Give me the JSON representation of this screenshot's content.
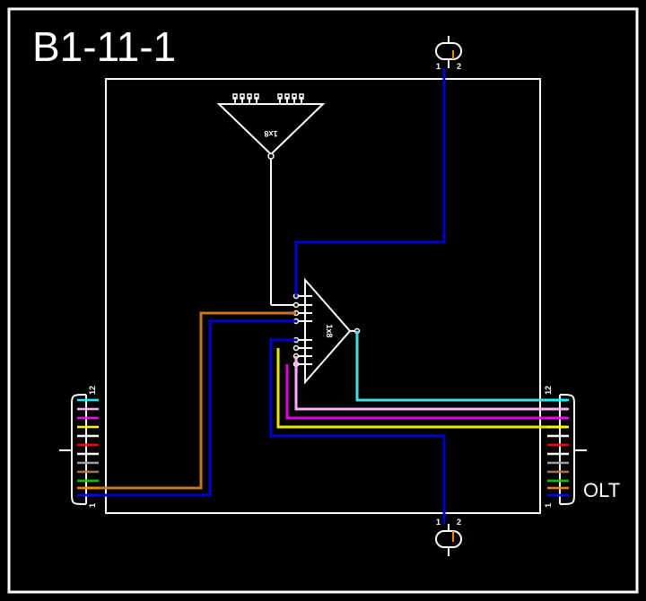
{
  "title": "B1-11-1",
  "olt_label": "OLT",
  "splitter_top": {
    "ratio": "1x8"
  },
  "splitter_main": {
    "ratio": "1x8"
  },
  "connector_top": {
    "pin1": "1",
    "pin2": "2"
  },
  "connector_bottom": {
    "pin1": "1",
    "pin2": "2"
  },
  "cable_left": {
    "first": "1",
    "last": "12"
  },
  "cable_right": {
    "first": "1",
    "last": "12"
  },
  "fiber_colors": [
    "#0000ff",
    "#ff8000",
    "#00cc00",
    "#a07850",
    "#a0a0a0",
    "#ffffff",
    "#ff0000",
    "#000000",
    "#ffff00",
    "#ff00ff",
    "#ffb0ff",
    "#00ffff"
  ],
  "route_colors": {
    "blue": "#0000cc",
    "orange": "#c87828",
    "cyan": "#40e0e0",
    "pink": "#ffb0ff",
    "magenta": "#e000e0",
    "yellow": "#e8e800",
    "white": "#ffffff"
  }
}
